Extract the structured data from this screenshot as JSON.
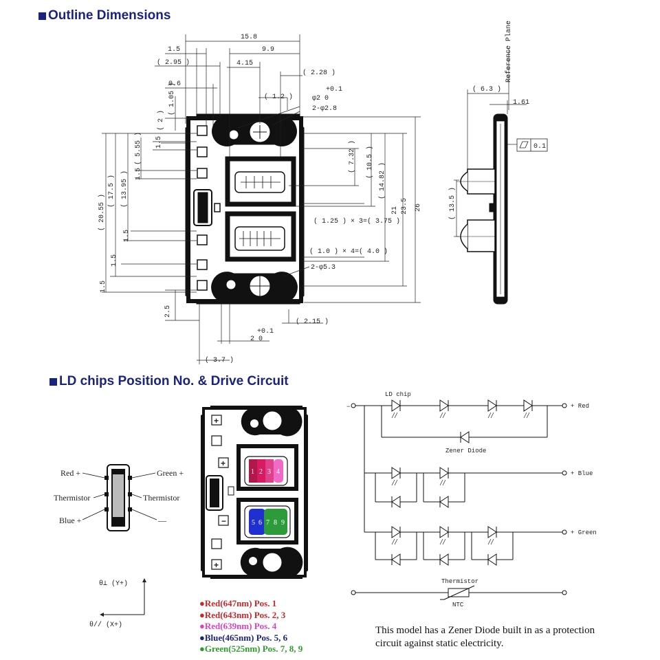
{
  "titles": {
    "outline": "Outline Dimensions",
    "chips": "LD chips Position No. & Drive Circuit"
  },
  "top_view_dims": {
    "w_15_8": "15.8",
    "w_9_9": "9.9",
    "w_1_5": "1.5",
    "w_2_95": "( 2.95 )",
    "w_4_15": "4.15",
    "w_2_28": "( 2.28 )",
    "w_0_6": "0.6",
    "w_1_2": "( 1.2 )",
    "tol_plus": "+0.1",
    "hole_phi2": "φ2  0",
    "hole_2phi28": "2-φ2.8",
    "v_1_05": "( 1.05 )",
    "v_2": "( 2 )",
    "v_5_55": "( 5.55 )",
    "v_1_5a": "1.5",
    "v_1_5b": "1.5",
    "v_17_5": "( 17.5 )",
    "v_13_95": "( 13.95 )",
    "v_20_55": "( 20.55 )",
    "v_1_5c": "1.5",
    "v_1_5d": "1.5",
    "v_1_5e": "1.5",
    "v_2_5": "2.5",
    "v_7_32": "( 7.32 )",
    "v_10_5": "( 10.5 )",
    "v_14_82": "( 14.82 )",
    "v_21": "21",
    "v_23_5": "23.5",
    "v_26": "26",
    "pitch_125": "( 1.25 ) × 3=( 3.75 )",
    "pitch_10": "( 1.0 ) × 4=( 4.0 )",
    "hole_2phi53": "2-φ5.3",
    "w_2_15": "( 2.15 )",
    "tol_plus_b": "+0.1",
    "hole_2_0": "2  0",
    "w_3_7": "( 3.7 )"
  },
  "side_view": {
    "reference_plane": "Reference Plane",
    "w_6_3": "( 6.3 )",
    "w_1_61": "1.61",
    "flatness": "0.1",
    "h_13_5": "( 13.5 )"
  },
  "pinout": {
    "red_plus": "Red +",
    "green_plus": "Green +",
    "thermistor_left": "Thermistor",
    "thermistor_right": "Thermistor",
    "blue_plus": "Blue +",
    "minus": "—"
  },
  "axes": {
    "y_label": "θ⊥ (Y+)",
    "x_label": "θ// (X+)"
  },
  "board": {
    "plus_red": "+",
    "plus_green": "+",
    "minus": "−",
    "plus_blue": "+",
    "chips_top": [
      "1",
      "2",
      "3",
      "4"
    ],
    "chips_bottom": [
      "5",
      "6",
      "7",
      "8",
      "9"
    ]
  },
  "legend": [
    {
      "text": "●Red(647nm) Pos. 1",
      "color": "#c62828"
    },
    {
      "text": "●Red(643nm) Pos. 2, 3",
      "color": "#c62828"
    },
    {
      "text": "●Red(639nm) Pos. 4",
      "color": "#e040c0"
    },
    {
      "text": "●Blue(465nm) Pos. 5, 6",
      "color": "#1a237e"
    },
    {
      "text": "●Green(525nm) Pos. 7, 8, 9",
      "color": "#2e9b2e"
    }
  ],
  "circuit": {
    "minus": "−",
    "ld_chip": "LD chip",
    "zener": "Zener Diode",
    "red": "+ Red",
    "blue": "+ Blue",
    "green": "+ Green",
    "thermistor": "Thermistor",
    "ntc": "NTC"
  },
  "note": "This model has a Zener Diode built in as a protection circuit against static electricity.",
  "colors": {
    "title": "#1a237e",
    "chip1": "#b0174a",
    "chip2": "#d81b60",
    "chip3": "#e0408a",
    "chip4": "#f06ac8",
    "blue": "#1f2fd0",
    "green": "#2e9b3a",
    "board_plus_red": "#c62828",
    "board_plus_green": "#2e9b2e",
    "board_plus_blue": "#1a237e"
  }
}
